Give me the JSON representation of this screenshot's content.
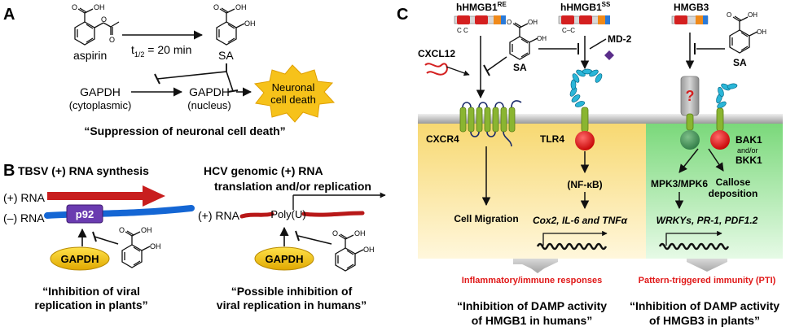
{
  "panelA": {
    "letter": "A",
    "aspirin": "aspirin",
    "half_life_prefix": "t",
    "half_life_sub": "1/2",
    "half_life_suffix": " = 20 min",
    "sa": "SA",
    "gapdh_cyto_name": "GAPDH",
    "gapdh_cyto_loc": "(cytoplasmic)",
    "gapdh_nuc_name": "GAPDH",
    "gapdh_nuc_loc": "(nucleus)",
    "death_line1": "Neuronal",
    "death_line2": "cell death",
    "caption": "“Suppression of neuronal cell death”",
    "oh1": "OH",
    "oh2": "OH",
    "o1": "O",
    "o2": "O",
    "o3": "O",
    "o4": "O"
  },
  "panelB": {
    "letter": "B",
    "tbsv_title": "TBSV (+) RNA synthesis",
    "plus_rna": "(+) RNA",
    "minus_rna": "(–) RNA",
    "p92": "p92",
    "gapdh1": "GAPDH",
    "caption1_line1": "“Inhibition of viral",
    "caption1_line2": "replication in plants”",
    "hcv_title_line1": "HCV genomic (+) RNA",
    "hcv_title_line2": "translation and/or replication",
    "hcv_plus_rna": "(+) RNA",
    "polyu": "Poly(U)",
    "gapdh2": "GAPDH",
    "caption2_line1": "“Possible inhibition of",
    "caption2_line2": "viral replication in humans”",
    "oh1": "OH",
    "oh2": "OH",
    "o1": "O",
    "o2": "O"
  },
  "panelC": {
    "letter": "C",
    "hmgb1re_name": "hHMGB1",
    "hmgb1re_sup": "RE",
    "hmgb1re_sub": "C  C",
    "hmgb1ss_name": "hHMGB1",
    "hmgb1ss_sup": "SS",
    "hmgb1ss_sub": "C–C",
    "hmgb3": "HMGB3",
    "cxcl12": "CXCL12",
    "sa1": "SA",
    "sa2": "SA",
    "md2": "MD-2",
    "cxcr4": "CXCR4",
    "tlr4": "TLR4",
    "question": "?",
    "bak1": "BAK1",
    "andor": "and/or",
    "bkk1": "BKK1",
    "nfkb": "(NF-κB)",
    "mpk": "MPK3/MPK6",
    "callose1": "Callose",
    "callose2": "deposition",
    "cell_migration": "Cell Migration",
    "genes_human": "Cox2, IL-6 and TNFα",
    "genes_plant": "WRKYs, PR-1, PDF1.2",
    "response_human": "Inflammatory/immune responses",
    "response_plant": "Pattern-triggered immunity (PTI)",
    "caption1_line1": "“Inhibition of DAMP activity",
    "caption1_line2": "of HMGB1 in humans”",
    "caption2_line1": "“Inhibition of DAMP activity",
    "caption2_line2": "of HMGB3 in plants”",
    "oh1": "OH",
    "oh2": "OH",
    "o1": "O",
    "o2": "O"
  },
  "colors": {
    "accent_red": "#d42020",
    "rna_blue": "#1466d4",
    "gapdh_yellow": "#f2c200",
    "p92_purple": "#6a3bb0",
    "human_bg": "#fbe6a6",
    "plant_bg": "#a7e6a7",
    "receptor_green": "#8ab531",
    "ligand_cyan": "#2ab6d8",
    "response_red": "#e01818"
  }
}
